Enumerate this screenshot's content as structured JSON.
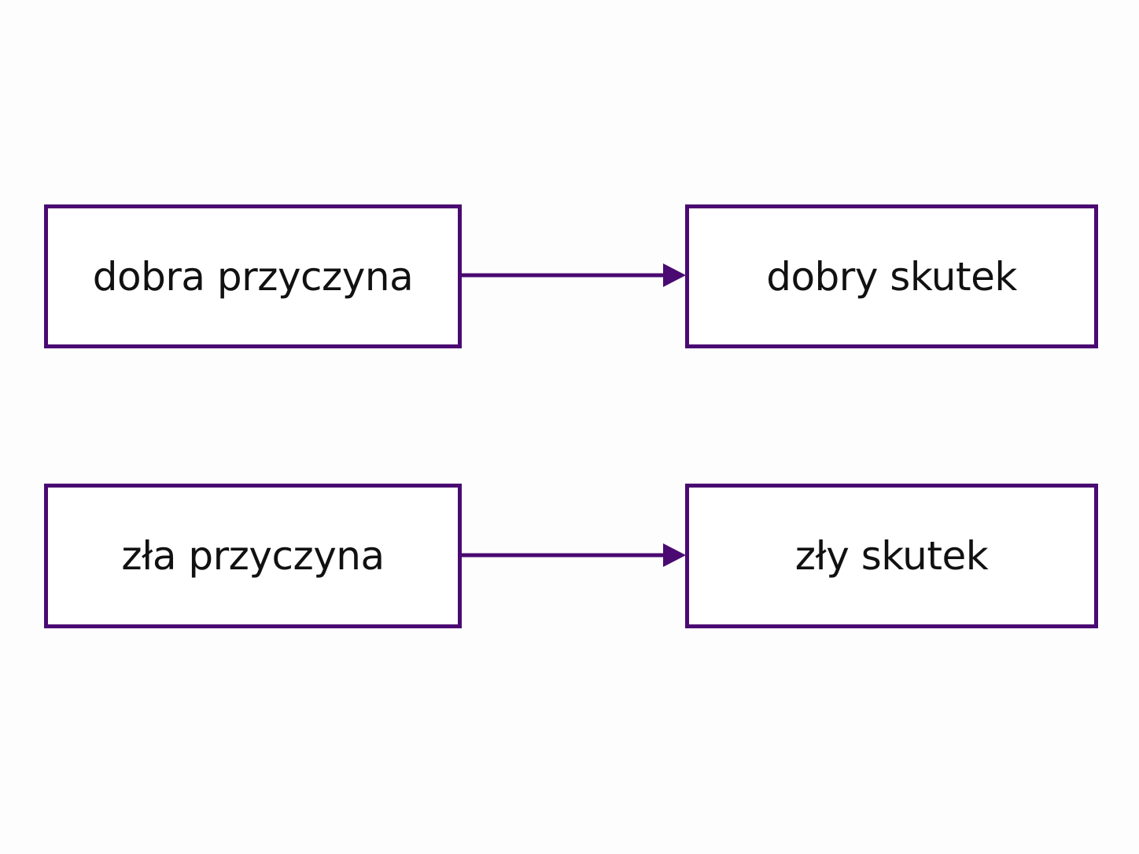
{
  "diagram": {
    "colors": {
      "border": "#4a0a72",
      "arrow": "#4a0a72",
      "text": "#111111",
      "background": "#fdfdfd"
    },
    "nodes": [
      {
        "id": "cause_good",
        "label": "dobra przyczyna"
      },
      {
        "id": "effect_good",
        "label": "dobry skutek"
      },
      {
        "id": "cause_bad",
        "label": "zła przyczyna"
      },
      {
        "id": "effect_bad",
        "label": "zły skutek"
      }
    ],
    "edges": [
      {
        "from": "cause_good",
        "to": "effect_good"
      },
      {
        "from": "cause_bad",
        "to": "effect_bad"
      }
    ]
  }
}
